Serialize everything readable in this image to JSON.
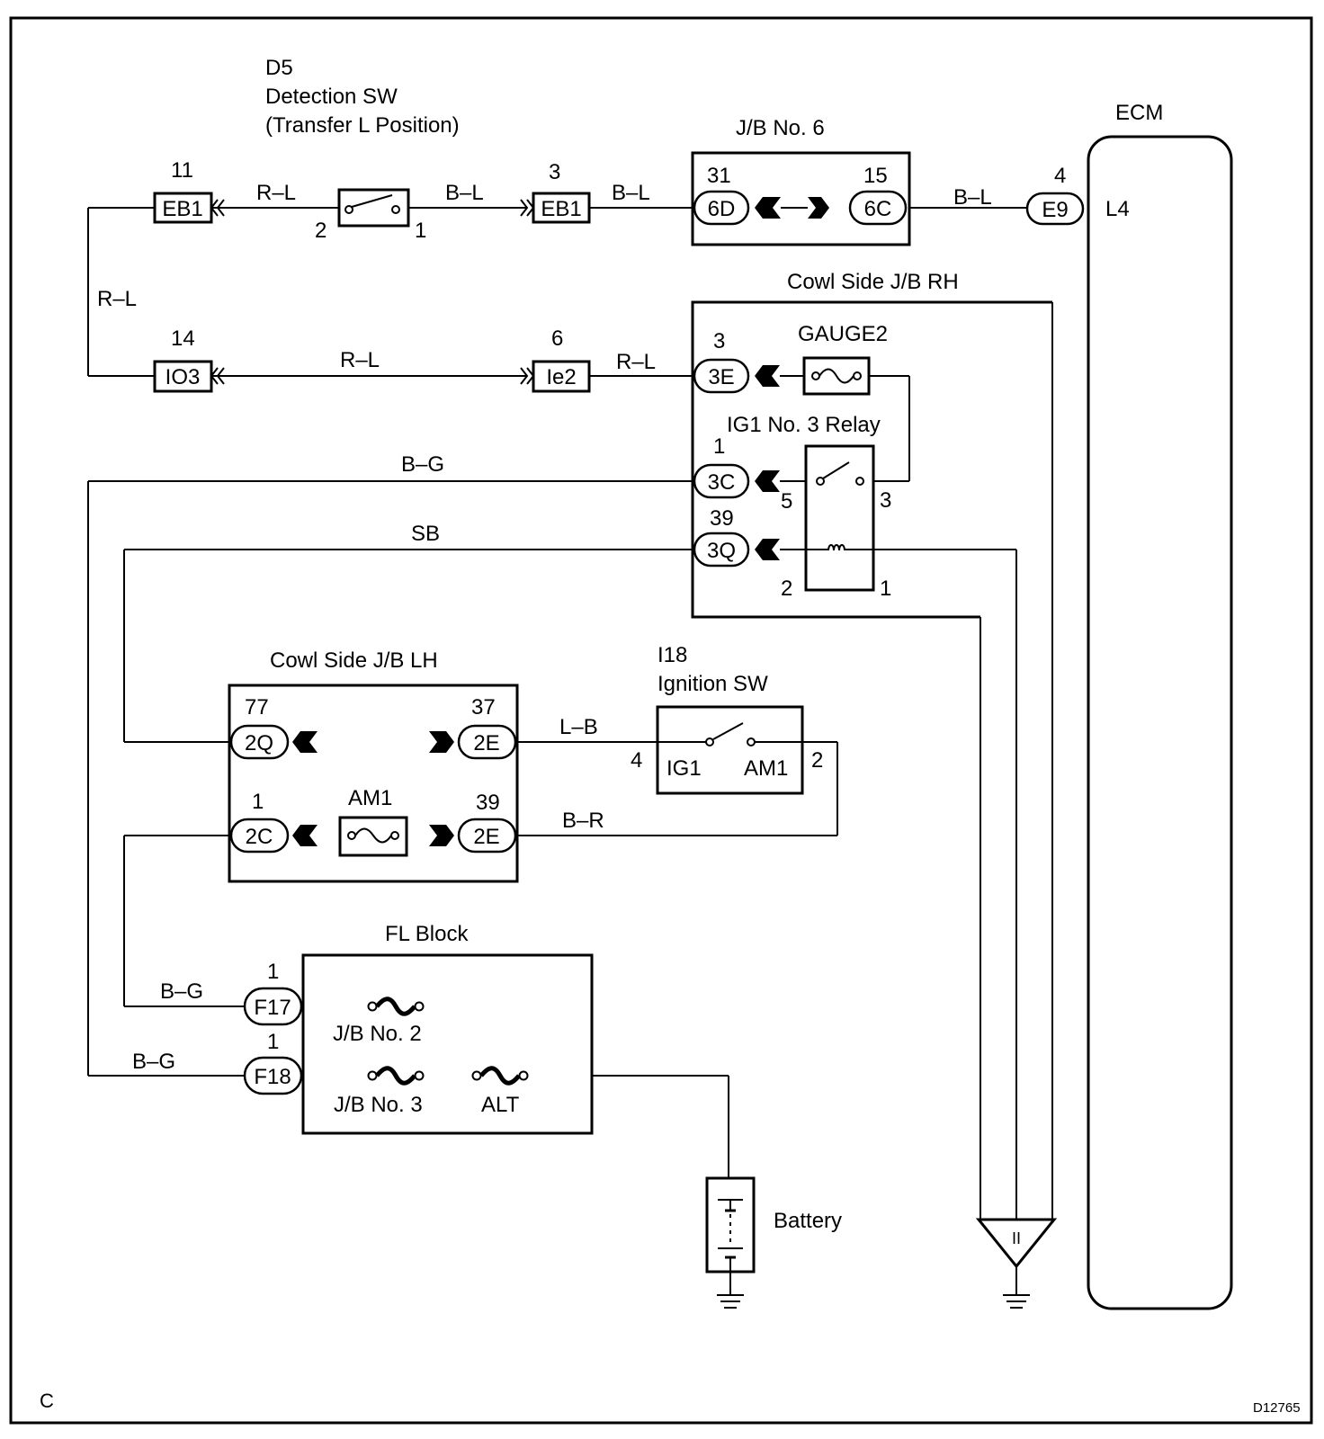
{
  "d5": {
    "ref": "D5",
    "name": "Detection SW",
    "sub": "(Transfer L Position)"
  },
  "eb1_left": {
    "pin": "11",
    "name": "EB1"
  },
  "eb1_right": {
    "pin": "3",
    "name": "EB1"
  },
  "sw_pins": {
    "a": "2",
    "b": "1"
  },
  "jb6": {
    "title": "J/B No. 6",
    "pin_6d": "31",
    "label_6d": "6D",
    "pin_6c": "15",
    "label_6c": "6C"
  },
  "ecm": {
    "title": "ECM",
    "pin": "4",
    "conn": "E9",
    "terminal": "L4"
  },
  "io3": {
    "pin": "14",
    "name": "IO3"
  },
  "ie2": {
    "pin": "6",
    "name": "Ie2"
  },
  "cowl_rh": {
    "title": "Cowl Side J/B RH",
    "pin_3e": "3",
    "label_3e": "3E",
    "fuse": "GAUGE2",
    "relay": "IG1 No. 3 Relay",
    "pin_3c": "1",
    "label_3c": "3C",
    "pin_3q": "39",
    "label_3q": "3Q",
    "relay_pin5": "5",
    "relay_pin3": "3",
    "relay_pin2": "2",
    "relay_pin1": "1"
  },
  "cowl_lh": {
    "title": "Cowl Side J/B LH",
    "pin_2q": "77",
    "label_2q": "2Q",
    "pin_2e_top": "37",
    "label_2e_top": "2E",
    "pin_2c": "1",
    "label_2c": "2C",
    "fuse": "AM1",
    "pin_2e_bot": "39",
    "label_2e_bot": "2E"
  },
  "ign": {
    "ref": "I18",
    "name": "Ignition SW",
    "ig1": "IG1",
    "am1": "AM1",
    "pin4": "4",
    "pin2": "2"
  },
  "fl": {
    "title": "FL Block",
    "pin_f17": "1",
    "label_f17": "F17",
    "pin_f18": "1",
    "label_f18": "F18",
    "fuse_jb2": "J/B No. 2",
    "fuse_jb3": "J/B No. 3",
    "fuse_alt": "ALT"
  },
  "battery": "Battery",
  "wires": {
    "rl_1": "R–L",
    "bl_1": "B–L",
    "bl_2": "B–L",
    "bl_3": "B–L",
    "rl_v": "R–L",
    "rl_2": "R–L",
    "rl_3": "R–L",
    "bg_1": "B–G",
    "sb": "SB",
    "lb": "L–B",
    "br": "B–R",
    "bg_2": "B–G",
    "bg_3": "B–G"
  },
  "ground_mark": "II",
  "corner_c": "C",
  "fig_id": "D12765"
}
